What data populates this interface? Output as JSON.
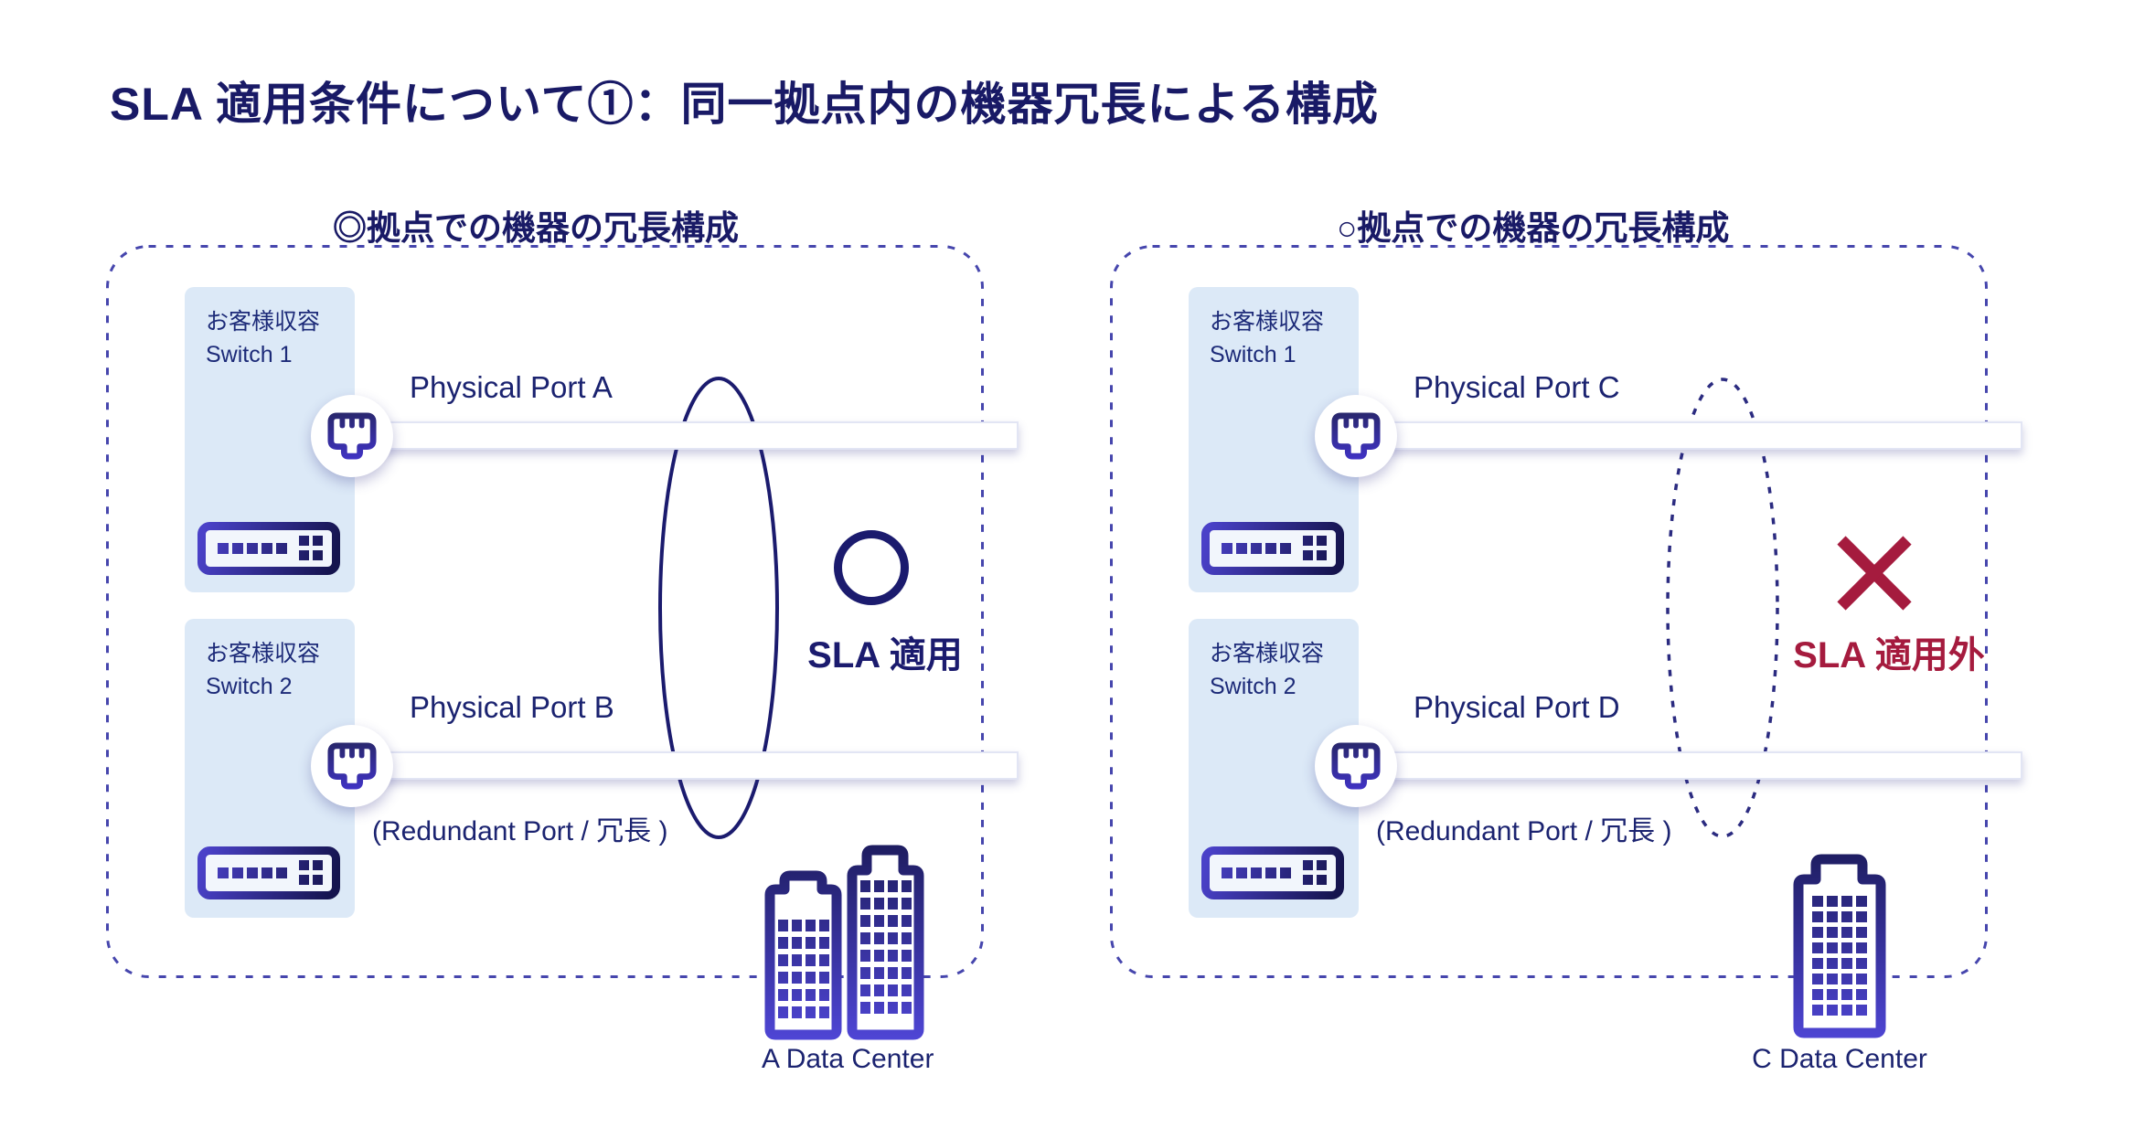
{
  "title": "SLA 適用条件について①：同一拠点内の機器冗長による構成",
  "colors": {
    "navy": "#1b1b6e",
    "navy_title": "#191a66",
    "navy_text": "#1b2370",
    "red_ng": "#a51b3e",
    "dashed_border": "#4646ad",
    "switch_box_bg": "#dce9f7",
    "icon_gradient_dark": "#1d1c5e",
    "icon_gradient_light": "#4f46d6",
    "bar_edge": "#e2e5f4"
  },
  "panels": {
    "left": {
      "subtitle": "◎拠点での機器の冗長構成",
      "switch1": {
        "line1": "お客様収容",
        "line2": "Switch 1"
      },
      "switch2": {
        "line1": "お客様収容",
        "line2": "Switch 2"
      },
      "port_top_label": "Physical Port A",
      "port_bottom_label": "Physical Port B",
      "redundant_label": "(Redundant Port / 冗長 )",
      "verdict": {
        "icon": "circle-ok",
        "label": "SLA 適用"
      },
      "datacenter_label": "A Data Center"
    },
    "right": {
      "subtitle": "○拠点での機器の冗長構成",
      "switch1": {
        "line1": "お客様収容",
        "line2": "Switch 1"
      },
      "switch2": {
        "line1": "お客様収容",
        "line2": "Switch 2"
      },
      "port_top_label": "Physical Port C",
      "port_bottom_label": "Physical Port D",
      "redundant_label": "(Redundant Port / 冗長 )",
      "verdict": {
        "icon": "cross-ng",
        "label": "SLA 適用外"
      },
      "datacenter_label": "C Data Center"
    }
  }
}
